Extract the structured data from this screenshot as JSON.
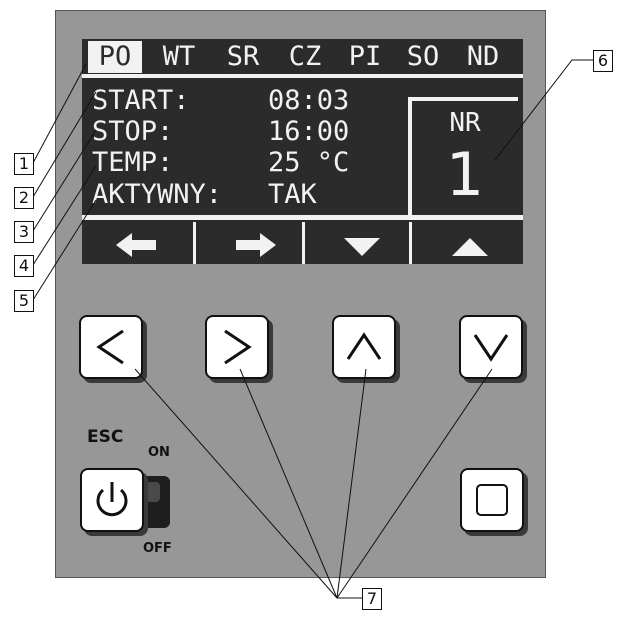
{
  "days": [
    {
      "label": "PO",
      "active": true
    },
    {
      "label": "WT",
      "active": false
    },
    {
      "label": "SR",
      "active": false
    },
    {
      "label": "CZ",
      "active": false
    },
    {
      "label": "PI",
      "active": false
    },
    {
      "label": "SO",
      "active": false
    },
    {
      "label": "ND",
      "active": false
    }
  ],
  "settings": {
    "start_label": "START:",
    "start_value": "08:03",
    "stop_label": "STOP:",
    "stop_value": "16:00",
    "temp_label": "TEMP:",
    "temp_value": "25 °C",
    "active_label": "AKTYWNY:",
    "active_value": "TAK"
  },
  "program": {
    "label": "NR",
    "number": "1"
  },
  "softkeys": [
    "arrow-left-icon",
    "arrow-right-icon",
    "triangle-down-icon",
    "triangle-up-icon"
  ],
  "buttons": {
    "esc_label": "ESC",
    "on_label": "ON",
    "off_label": "OFF"
  },
  "callouts": [
    "1",
    "2",
    "3",
    "4",
    "5",
    "6",
    "7"
  ],
  "colors": {
    "panel": "#979797",
    "lcd": "#2b2b2b",
    "lcd_text": "#f2f2f2"
  }
}
